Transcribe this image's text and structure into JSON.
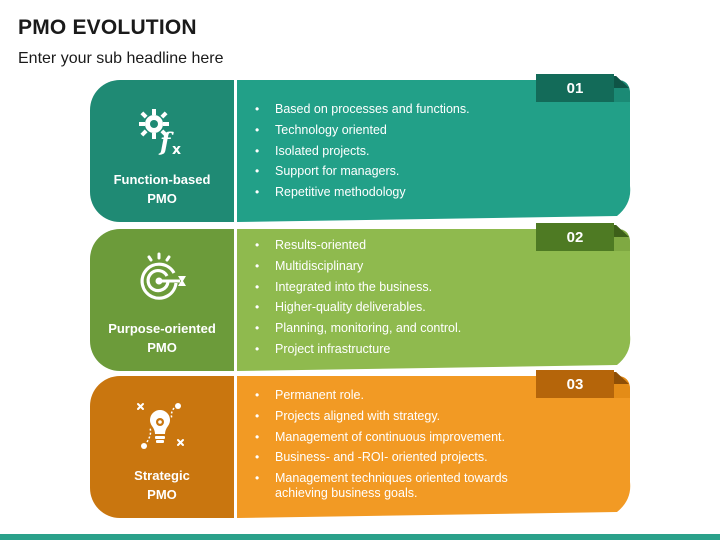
{
  "header": {
    "title": "PMO EVOLUTION",
    "subtitle": "Enter your sub headline here"
  },
  "colors": {
    "teal": "#1f8a74",
    "teal_light": "#22a088",
    "teal_tab": "#136b59",
    "green": "#6c9b3a",
    "green_light": "#8fba4e",
    "green_tab": "#4e7a23",
    "orange": "#c9760f",
    "orange_light": "#f29a24",
    "orange_tab": "#b5650a",
    "bottom_bar": "#2aa18a"
  },
  "rows": [
    {
      "number": "01",
      "label_line1": "Function-based",
      "label_line2": "PMO",
      "icon": "gear-fx-icon",
      "items": [
        "Based on processes and functions.",
        "Technology oriented",
        "Isolated projects.",
        "Support for managers.",
        "Repetitive methodology"
      ]
    },
    {
      "number": "02",
      "label_line1": "Purpose-oriented",
      "label_line2": "PMO",
      "icon": "target-arrow-icon",
      "items": [
        "Results-oriented",
        "Multidisciplinary",
        "Integrated into the business.",
        "Higher-quality deliverables.",
        "Planning, monitoring, and control.",
        "Project infrastructure"
      ]
    },
    {
      "number": "03",
      "label_line1": "Strategic",
      "label_line2": "PMO",
      "icon": "lightbulb-strategy-icon",
      "items": [
        "Permanent role.",
        "Projects aligned with strategy.",
        "Management of continuous improvement.",
        "Business- and -ROI- oriented projects.",
        "Management techniques oriented towards achieving business goals."
      ]
    }
  ]
}
